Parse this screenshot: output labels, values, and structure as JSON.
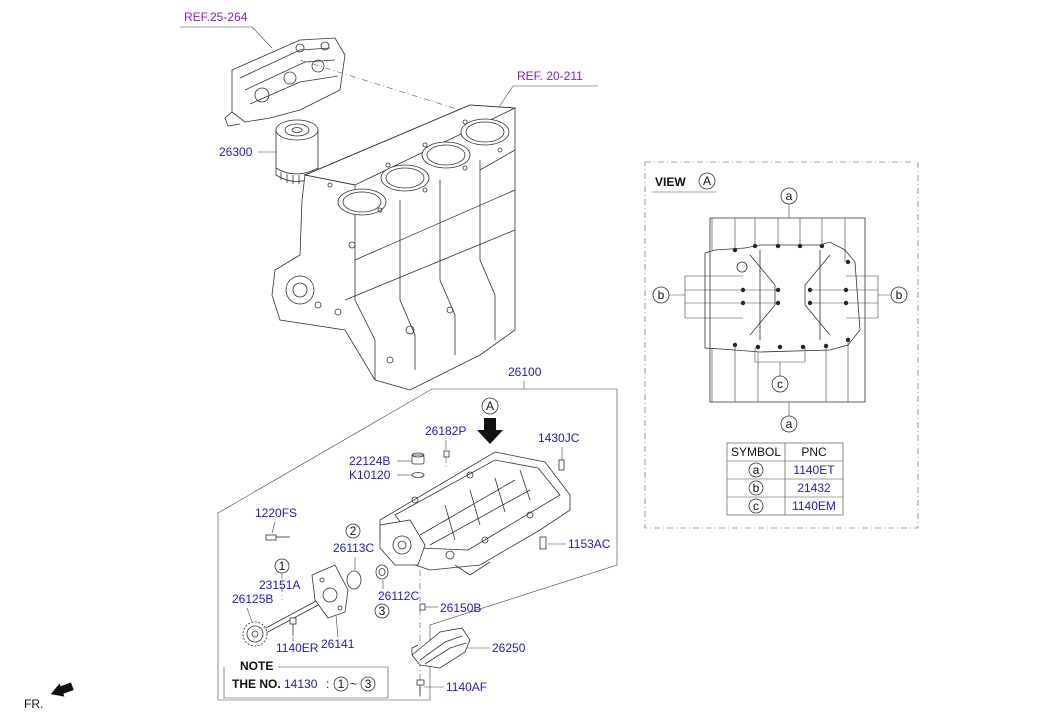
{
  "refs": {
    "oil_filter_housing": "REF.25-264",
    "cylinder_head": "REF. 20-211"
  },
  "parts": {
    "oil_filter": "26300",
    "oil_pan_assy": "26100",
    "plug_26182p": "26182P",
    "cap_22124b": "22124B",
    "oring_k10120": "K10120",
    "bolt_1430jc": "1430JC",
    "bolt_1153ac": "1153AC",
    "bolt_1220fs": "1220FS",
    "gasket_26113c": "26113C",
    "shaft_23151a": "23151A",
    "gear_26125b": "26125B",
    "bolt_1140er": "1140ER",
    "pump_26141": "26141",
    "seal_26112c": "26112C",
    "pin_26150b": "26150B",
    "strainer_26250": "26250",
    "bolt_1140af": "1140AF"
  },
  "callouts": {
    "one": "1",
    "two": "2",
    "three": "3",
    "a": "a",
    "b": "b",
    "c": "c",
    "view_arrow": "A"
  },
  "view": {
    "title": "VIEW",
    "circle": "A"
  },
  "table": {
    "headers": [
      "SYMBOL",
      "PNC"
    ],
    "rows": [
      {
        "symbol": "a",
        "pnc": "1140ET"
      },
      {
        "symbol": "b",
        "pnc": "21432"
      },
      {
        "symbol": "c",
        "pnc": "1140EM"
      }
    ]
  },
  "note": {
    "title": "NOTE",
    "prefix": "THE NO.",
    "number": "14130",
    "range_sep": ":",
    "range_start": "1",
    "range_tilde": "~",
    "range_end": "3"
  },
  "front_label": "FR."
}
